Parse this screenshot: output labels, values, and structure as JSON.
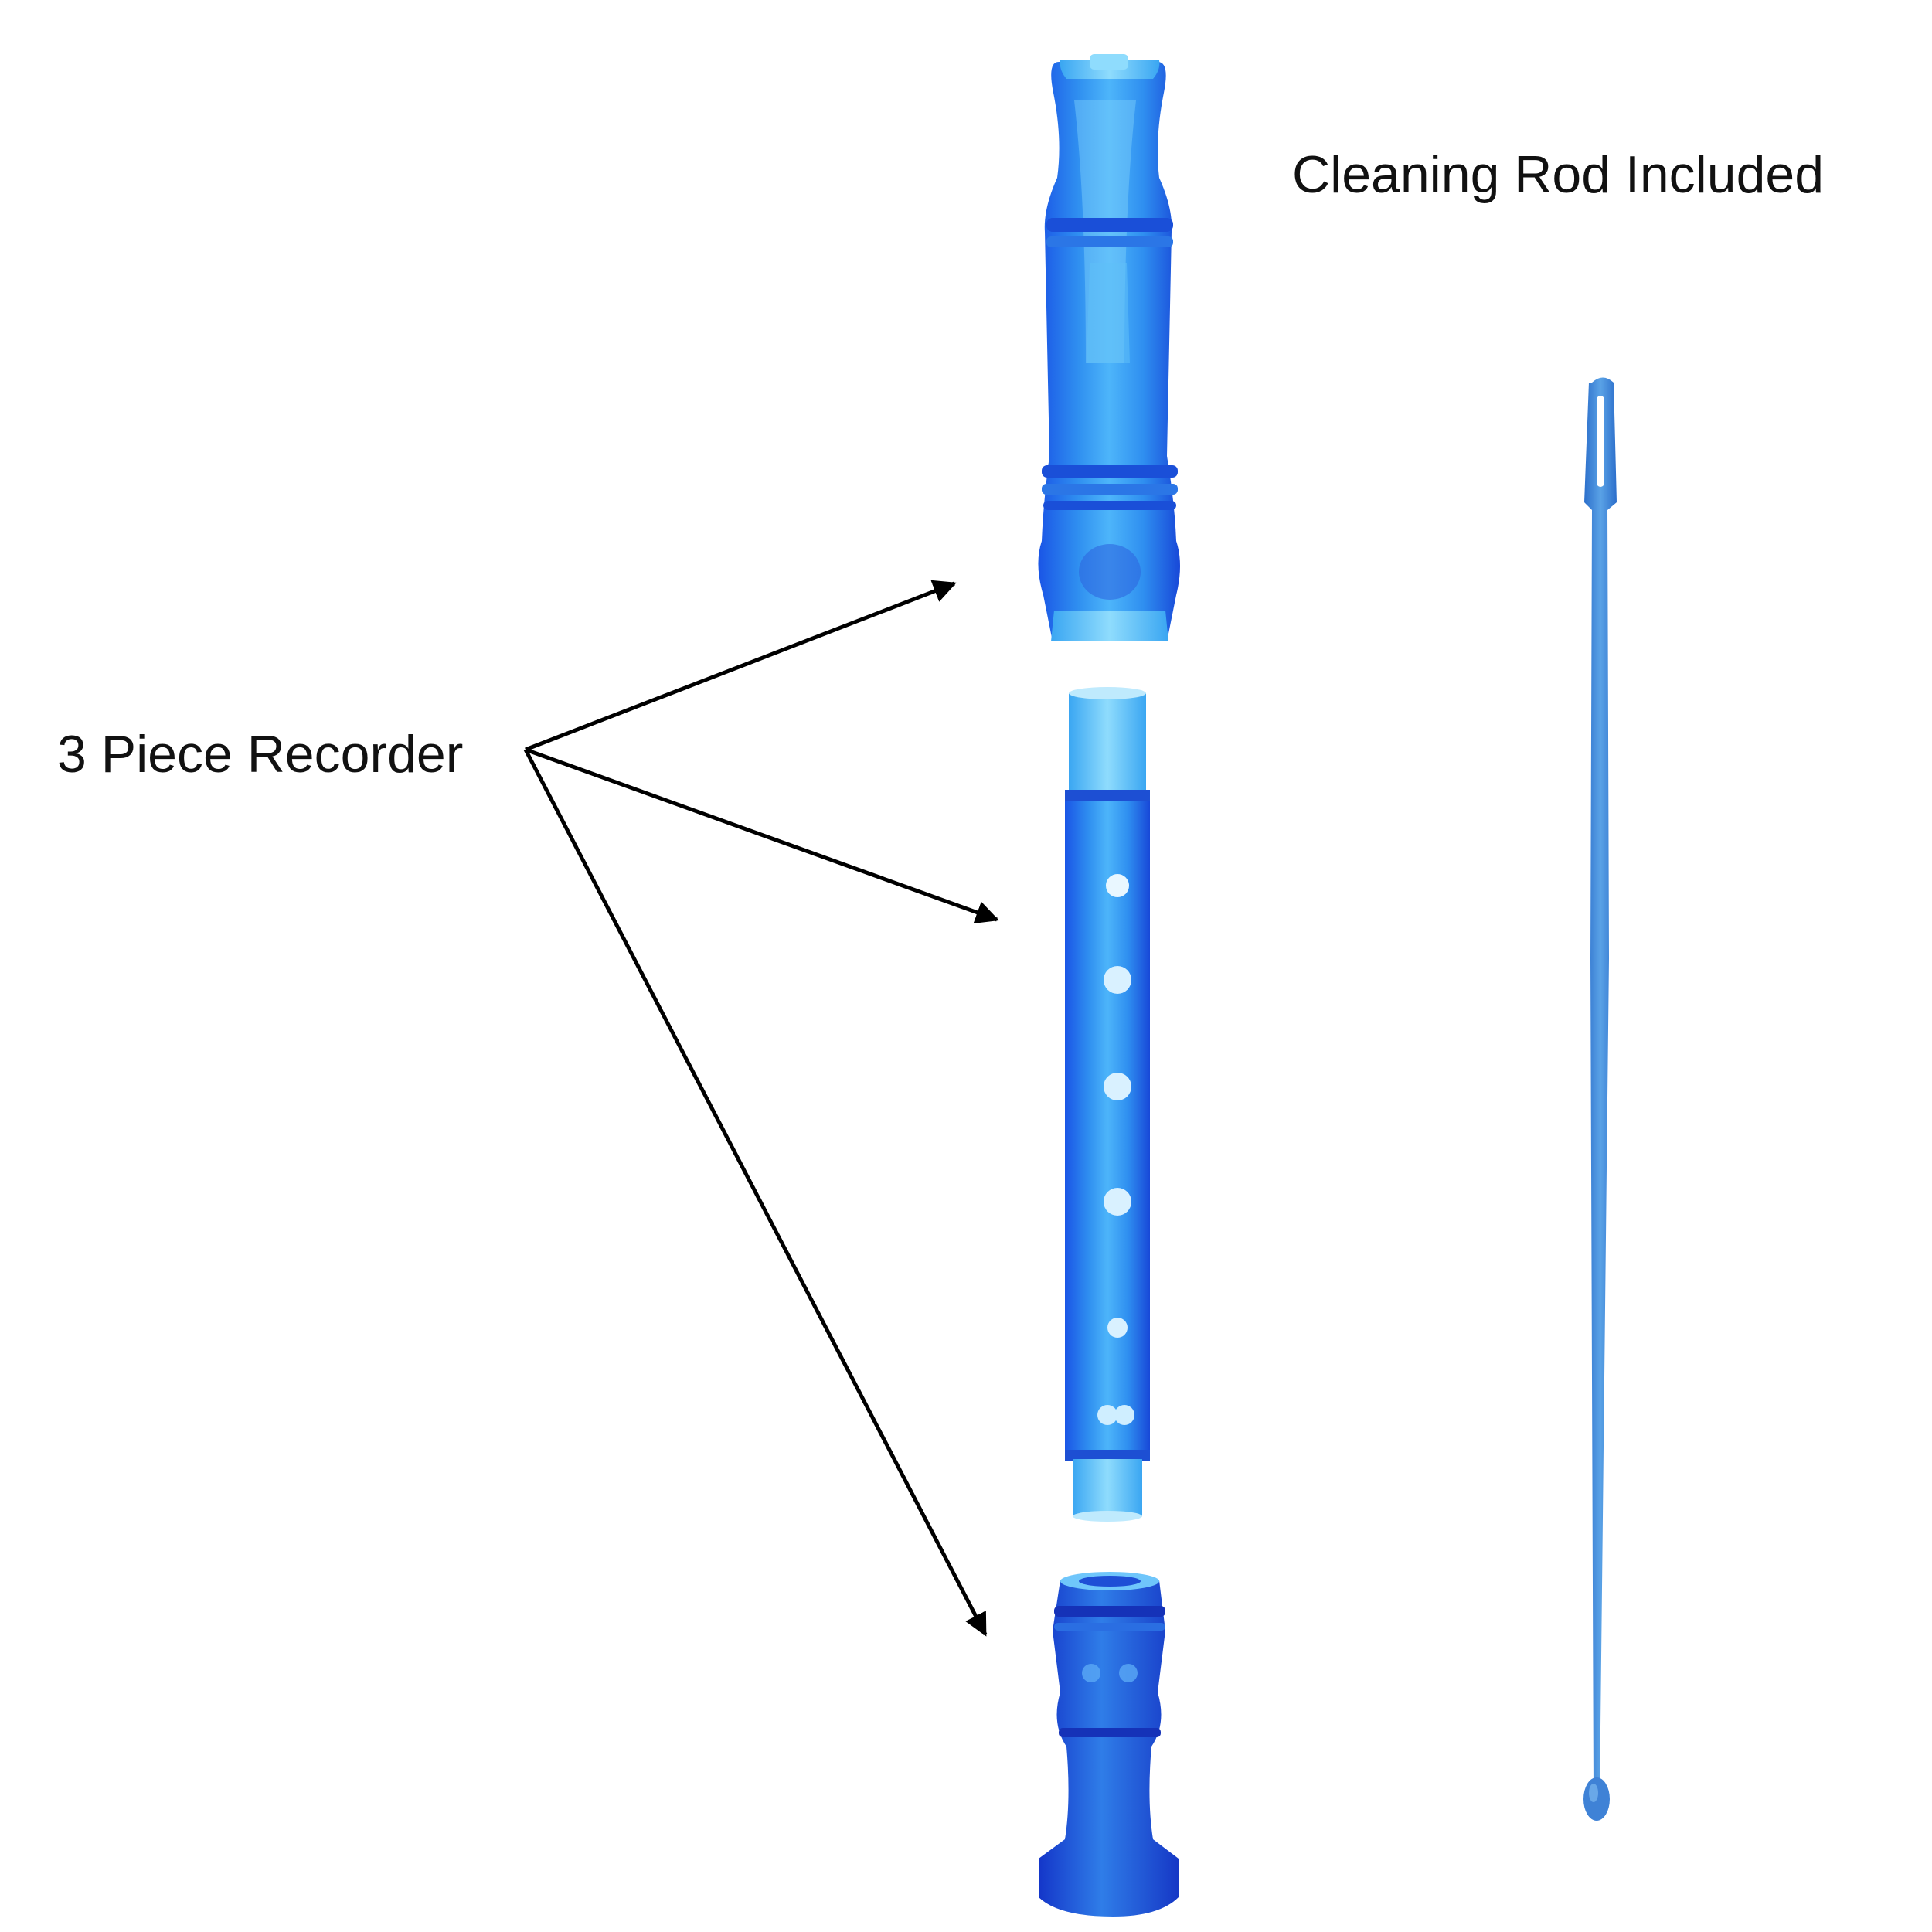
{
  "labels": {
    "cleaning_rod": "Cleaning Rod Included",
    "recorder": "3 Piece Recorder"
  },
  "colors": {
    "background": "#ffffff",
    "text": "#111111",
    "arrow": "#000000",
    "plastic_deep": "#1a55e6",
    "plastic_mid": "#2f8ff0",
    "plastic_light": "#69c9fb",
    "rod": "#3f82d6"
  },
  "illustration": {
    "pieces": [
      "recorder-head-joint",
      "recorder-body-joint",
      "recorder-foot-joint",
      "cleaning-rod"
    ]
  }
}
